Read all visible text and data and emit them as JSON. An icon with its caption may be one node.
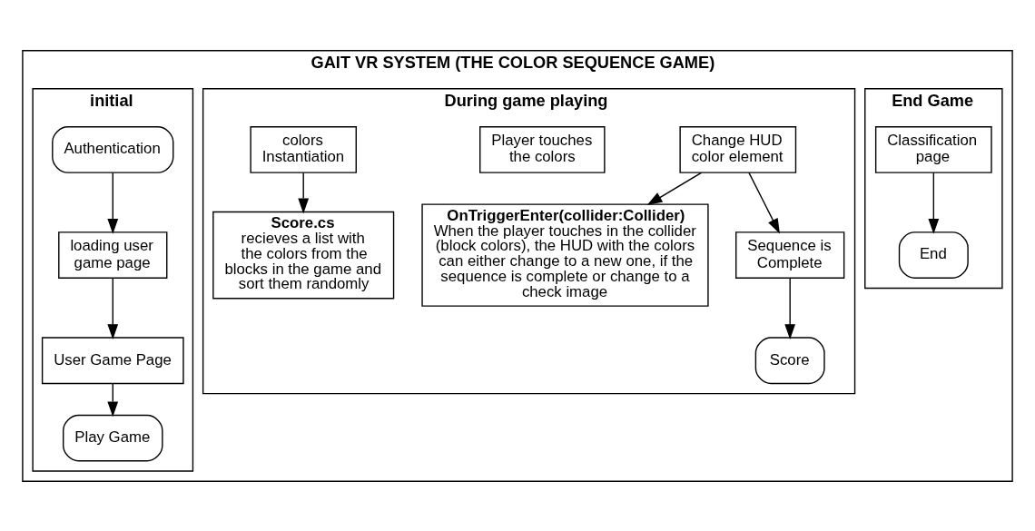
{
  "diagram": {
    "nodes": [
      {
        "text": [
          "GAIT VR SYSTEM (THE COLOR SEQUENCE GAME)"
        ]
      },
      {
        "text": [
          "initial"
        ],
        "in": 0
      },
      {
        "text": [
          "During game playing"
        ],
        "in": 0
      },
      {
        "text": [
          "End Game"
        ],
        "in": 0
      },
      {
        "text": [
          "Authentication"
        ],
        "in": 1
      },
      {
        "text": [
          "loading user game page"
        ],
        "in": 1
      },
      {
        "text": [
          "User Game Page"
        ],
        "in": 1
      },
      {
        "text": [
          "Play Game"
        ],
        "in": 1
      },
      {
        "text": [
          "colors Instantiation"
        ],
        "in": 2
      },
      {
        "text": [
          "Player touches the colors"
        ],
        "in": 2
      },
      {
        "text": [
          "Change HUD color element"
        ],
        "in": 2
      },
      {
        "text": [
          "Sequence is Complete"
        ],
        "in": 2
      },
      {
        "text": [
          "Score"
        ],
        "in": 2
      },
      {
        "text": [
          "Score.cs",
          "recieves a list with the colors from the blocks in the game and sort them randomly"
        ],
        "in": 2
      },
      {
        "text": [
          "OnTriggerEnter(collider:Collider)",
          "When the player touches in the collider (block colors), the HUD with the colors can either change to a new one, if the sequence is complete or change to a check image"
        ],
        "in": 2
      },
      {
        "text": [
          "Classification page"
        ],
        "in": 3
      },
      {
        "text": [
          "End"
        ],
        "in": 3
      }
    ],
    "edges": [
      {
        "from": 4,
        "to": 5,
        "arrow": "to"
      },
      {
        "from": 5,
        "to": 6,
        "arrow": "to"
      },
      {
        "from": 6,
        "to": 7,
        "arrow": "to"
      },
      {
        "from": 8,
        "to": 13,
        "arrow": "to"
      },
      {
        "from": 10,
        "to": 14,
        "arrow": "to"
      },
      {
        "from": 10,
        "to": 11,
        "arrow": "to"
      },
      {
        "from": 11,
        "to": 12,
        "arrow": "to"
      },
      {
        "from": 15,
        "to": 16,
        "arrow": "to"
      }
    ]
  }
}
